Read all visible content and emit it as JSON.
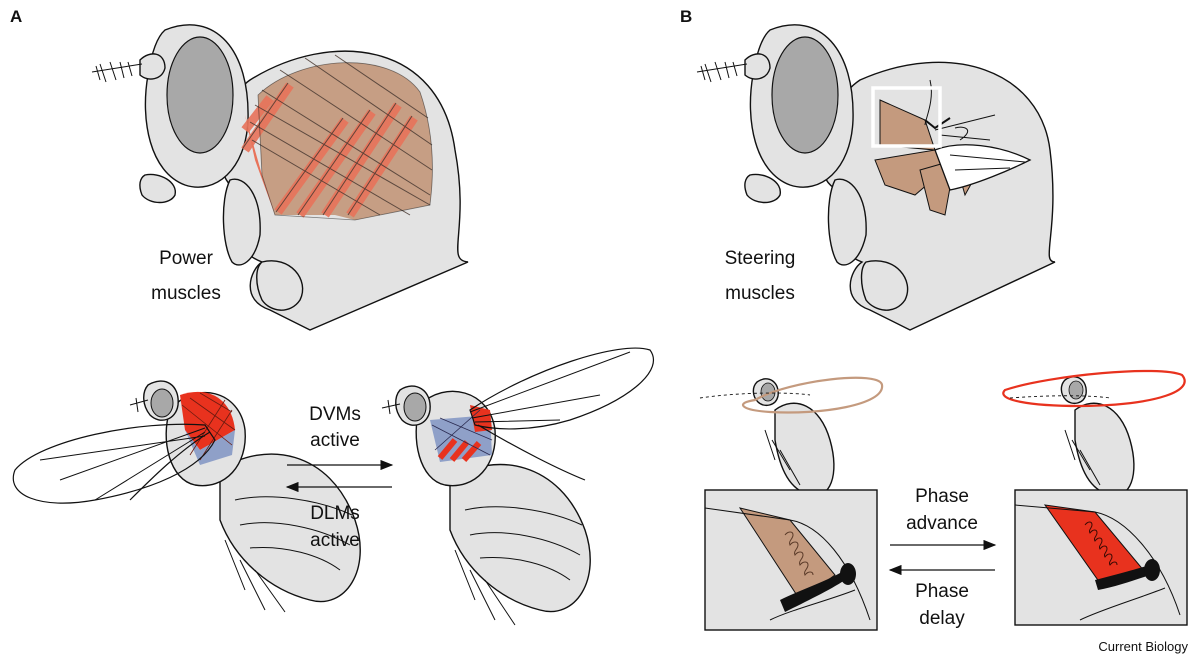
{
  "panel_a": {
    "letter": "A",
    "power_label_line1": "Power",
    "power_label_line2": "muscles",
    "forward_label_line1": "DVMs",
    "forward_label_line2": "active",
    "reverse_label_line1": "DLMs",
    "reverse_label_line2": "active"
  },
  "panel_b": {
    "letter": "B",
    "steering_label_line1": "Steering",
    "steering_label_line2": "muscles",
    "forward_label_line1": "Phase",
    "forward_label_line2": "advance",
    "reverse_label_line1": "Phase",
    "reverse_label_line2": "delay"
  },
  "credit": "Current Biology",
  "colors": {
    "muscle_tan": "#c49a7e",
    "muscle_orange": "#e8735a",
    "muscle_red": "#e8321e",
    "muscle_blue": "#8fa0c8",
    "cuticle_gray": "#e3e3e3",
    "eye_gray": "#a8a8a8"
  }
}
